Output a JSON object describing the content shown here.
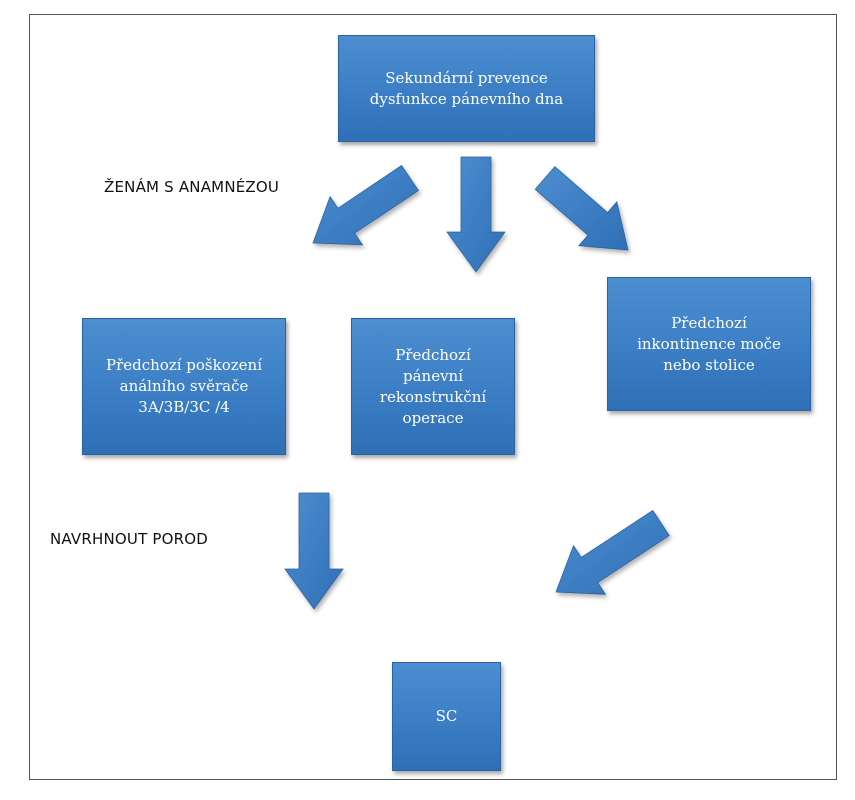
{
  "nodes": {
    "top": "Sekundární prevence\ndysfunkce pánevního dna",
    "left": "Předchozí poškození\nanálního svěrače\n3A/3B/3C /4",
    "middle": "Předchozí\npánevní\nrekonstrukční\noperace",
    "right": "Předchozí\ninkontinence moče\nnebo  stolice",
    "bottom": "SC"
  },
  "labels": {
    "women_history": "ŽENÁM S ANAMNÉZOU",
    "propose_delivery": "NAVRHNOUT POROD"
  },
  "colors": {
    "node_fill": "#3b7ec5",
    "arrow_fill": "#3b7ec5",
    "border": "#555555"
  }
}
